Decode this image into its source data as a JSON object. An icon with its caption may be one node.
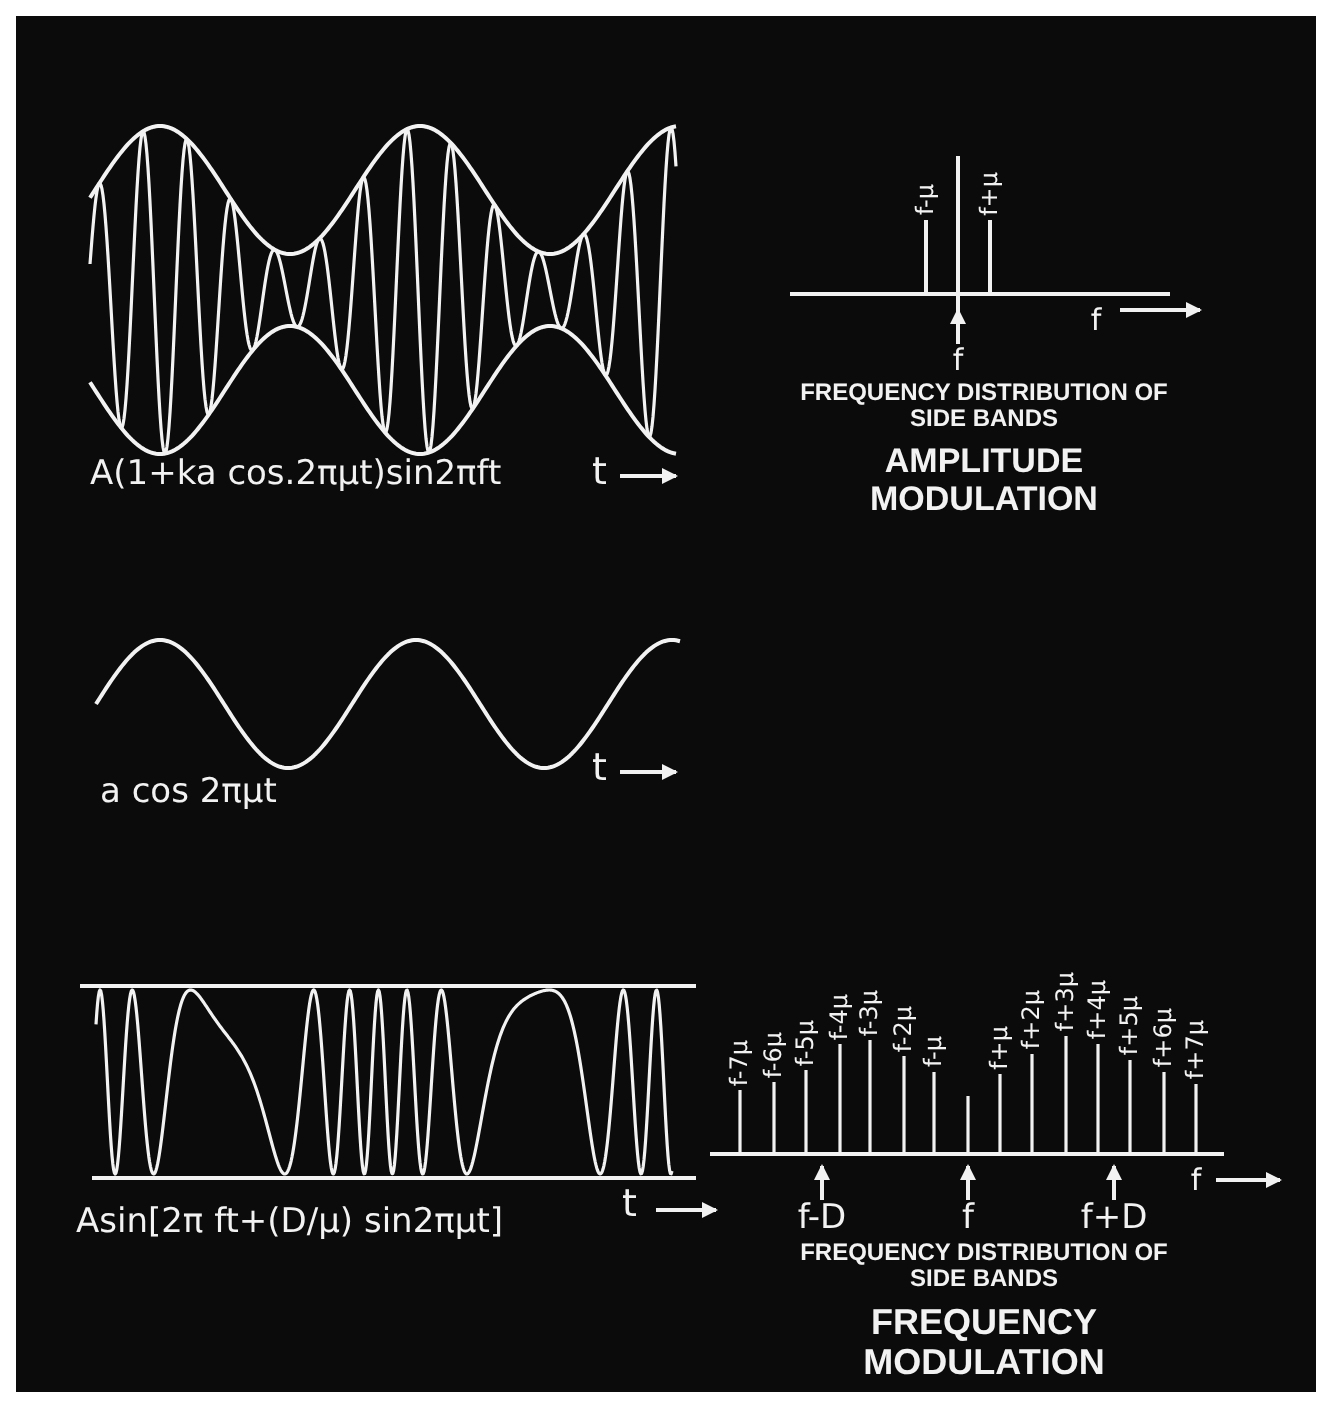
{
  "diagram": {
    "labels": [
      "A(1+ka cos.2πμt)sin2πft",
      "t",
      "f-μ",
      "f+μ",
      "f",
      "f",
      "FREQUENCY DISTRIBUTION OF SIDE BANDS",
      "AMPLITUDE MODULATION",
      "a cos 2πμt",
      "t",
      "f-7μ",
      "f-6μ",
      "f-5μ",
      "f-4μ",
      "f-3μ",
      "f-2μ",
      "f-μ",
      "f+μ",
      "f+2μ",
      "f+3μ",
      "f+4μ",
      "f+5μ",
      "f+6μ",
      "f+7μ",
      "f-D",
      "f",
      "f+D",
      "f",
      "Asin[2π ft+(D/μ) sin2πμt]",
      "t",
      "FREQUENCY DISTRIBUTION OF SIDE BANDS",
      "FREQUENCY MODULATION"
    ]
  }
}
